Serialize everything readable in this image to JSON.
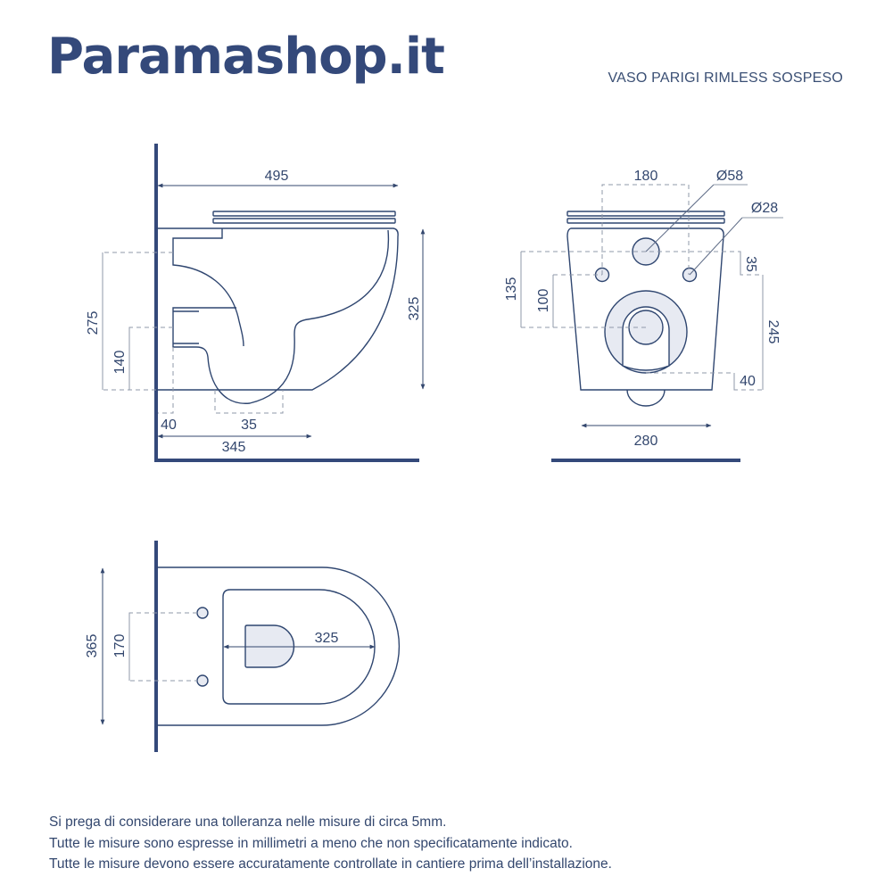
{
  "header": {
    "brand": "Paramashop.it",
    "product_title": "VASO PARIGI RIMLESS SOSPESO"
  },
  "colors": {
    "primary": "#34497a",
    "line": "#2f4670",
    "dim_line": "#9aa3b3",
    "fill": "#e7eaf2",
    "background": "#ffffff"
  },
  "side_view": {
    "dims": {
      "overall_length": "495",
      "height": "325",
      "outlet_height": "275",
      "inlet_height": "140",
      "wall_offset": "40",
      "outlet_width": "35",
      "outlet_distance": "345"
    }
  },
  "front_view": {
    "dims": {
      "bolt_spacing": "180",
      "inlet_diameter": "Ø58",
      "bolt_diameter": "Ø28",
      "inlet_to_bolt": "35",
      "inlet_to_outlet": "135",
      "bolt_to_outlet": "100",
      "bolt_to_floor": "245",
      "outlet_to_floor": "40",
      "width": "280"
    }
  },
  "top_view": {
    "dims": {
      "width": "365",
      "bolt_spacing": "170",
      "seat_length": "325"
    }
  },
  "notes": [
    "Si prega di considerare una tolleranza nelle misure di circa 5mm.",
    "Tutte le misure sono espresse in millimetri a meno che non specificatamente indicato.",
    "Tutte le misure devono essere accuratamente controllate in cantiere prima dell’installazione."
  ]
}
